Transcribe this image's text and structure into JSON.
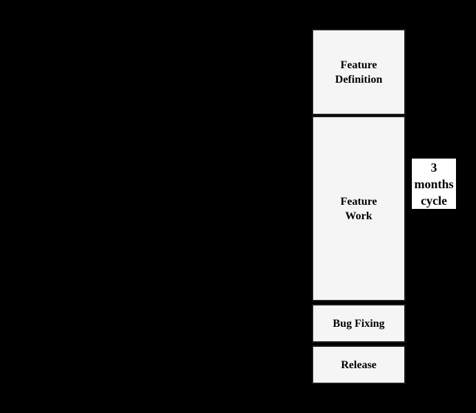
{
  "diagram": {
    "colors": {
      "background": "#000000",
      "stage_fill": "#f5f5f5",
      "stage_border": "#1c1c1c",
      "cycle_label_fill": "#ffffff",
      "text": "#000000"
    },
    "stages": [
      {
        "label": "Feature\nDefinition"
      },
      {
        "label": "Feature\nWork"
      },
      {
        "label": "Bug Fixing"
      },
      {
        "label": "Release"
      }
    ],
    "cycle_label": {
      "text": "3\nmonths\ncycle"
    }
  }
}
